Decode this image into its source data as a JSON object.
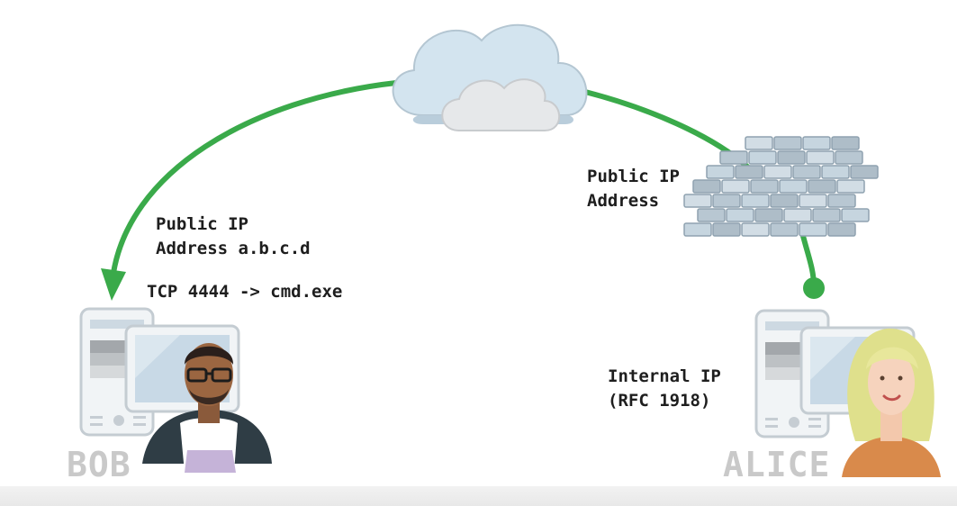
{
  "labels": {
    "bob_public_ip_line1": "Public IP",
    "bob_public_ip_line2": "Address a.b.c.d",
    "bob_tcp": "TCP 4444 -> cmd.exe",
    "alice_public_ip_line1": "Public IP",
    "alice_public_ip_line2": "Address",
    "alice_internal_line1": "Internal IP",
    "alice_internal_line2": "(RFC 1918)"
  },
  "names": {
    "bob": "BOB",
    "alice": "ALICE"
  },
  "colors": {
    "connection_line": "#3aaa4a",
    "cloud": "#d3e4ef",
    "firewall_brick": "#c6d5df",
    "name_text": "#c9c9c9"
  },
  "icons": [
    "cloud-icon",
    "firewall-icon",
    "computer-icon",
    "bob-avatar",
    "alice-avatar"
  ]
}
